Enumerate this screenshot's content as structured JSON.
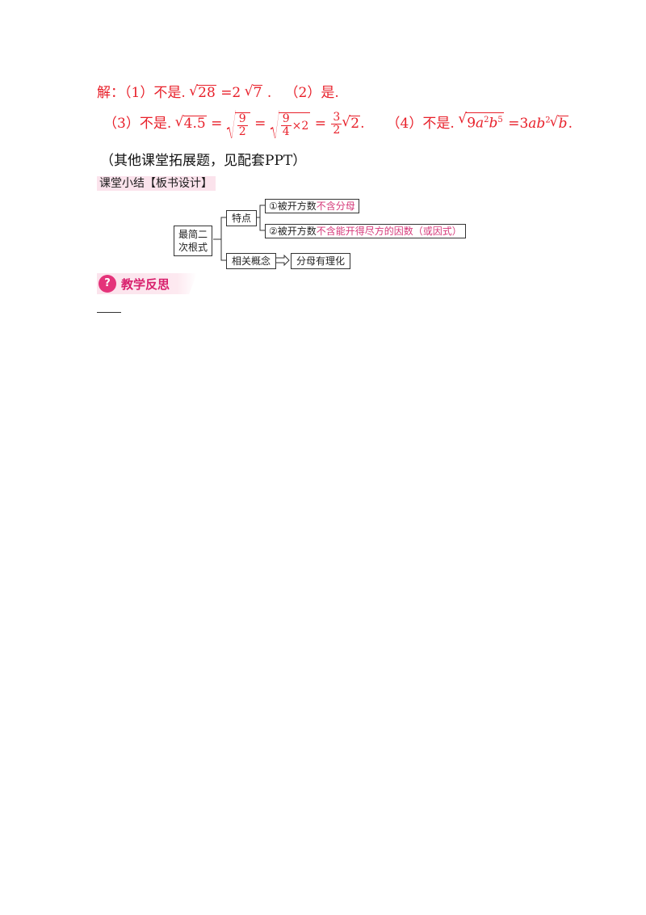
{
  "solution": {
    "line1": {
      "lead": "解：（1）不是.",
      "r1": "28",
      "eq1": "=2",
      "r2": "7",
      "tail1": ".",
      "part2": "（2）是."
    },
    "line2": {
      "p3": "（3）不是.",
      "r1": "4.5",
      "eq": "=",
      "f1n": "9",
      "f1d": "2",
      "f2n": "9",
      "f2d": "4",
      "times2": "×2",
      "eq2": "=",
      "f3n": "3",
      "f3d": "2",
      "r2": "2",
      "dot": ".",
      "p4": "（4）不是.",
      "r3a": "9",
      "r3b": "a",
      "r3c": "2",
      "r3d": "b",
      "r3e": "5",
      "eq3": "=3",
      "ab": "ab",
      "sq2": "2",
      "r4": "b",
      "end": "."
    }
  },
  "ppt_note": "（其他课堂拓展题，见配套PPT）",
  "summary_tag": "课堂小结【板书设计】",
  "diagram": {
    "root": "最简二次根式",
    "root_line1": "最简二",
    "root_line2": "次根式",
    "features": "特点",
    "point1_prefix": "①被开方数",
    "point1_highlight": "不含分母",
    "point2_prefix": "②被开方数",
    "point2_highlight": "不含能开得尽方的因数（或因式）",
    "related": "相关概念",
    "rationalize": "分母有理化"
  },
  "reflection": {
    "icon": "lightbulb-head-icon",
    "title": "教学反思"
  },
  "colors": {
    "answer_red": "#e8202a",
    "accent_pink": "#d81f6c",
    "tag_bg": "#fbe3ec"
  }
}
